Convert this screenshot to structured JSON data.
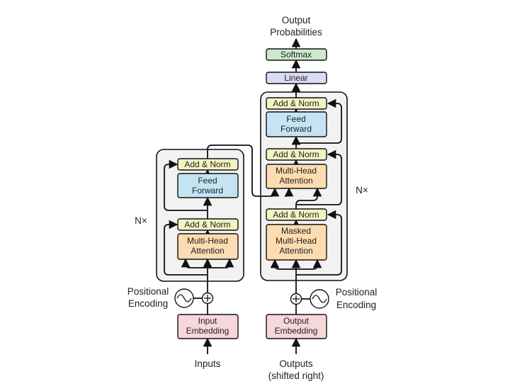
{
  "encoder": {
    "repeat": "N×",
    "add_norm_top": "Add & Norm",
    "ff_line1": "Feed",
    "ff_line2": "Forward",
    "add_norm_bottom": "Add & Norm",
    "mha_line1": "Multi-Head",
    "mha_line2": "Attention",
    "pos_line1": "Positional",
    "pos_line2": "Encoding",
    "emb_line1": "Input",
    "emb_line2": "Embedding",
    "input": "Inputs"
  },
  "decoder": {
    "repeat": "N×",
    "add_norm_top": "Add & Norm",
    "ff_line1": "Feed",
    "ff_line2": "Forward",
    "add_norm_mid": "Add & Norm",
    "mha_line1": "Multi-Head",
    "mha_line2": "Attention",
    "add_norm_bottom": "Add & Norm",
    "masked_line1": "Masked",
    "masked_line2": "Multi-Head",
    "masked_line3": "Attention",
    "pos_line1": "Positional",
    "pos_line2": "Encoding",
    "emb_line1": "Output",
    "emb_line2": "Embedding",
    "input_line1": "Outputs",
    "input_line2": "(shifted right)"
  },
  "head": {
    "linear": "Linear",
    "softmax": "Softmax",
    "output_line1": "Output",
    "output_line2": "Probabilities"
  },
  "colors": {
    "add_norm": "#f3f3c2",
    "feed_forward": "#c4e4f4",
    "attention": "#fcdcb0",
    "embedding": "#f6d7da",
    "linear": "#d9dcf4",
    "softmax": "#cce8cf",
    "stack_bg": "#f2f2f2"
  }
}
